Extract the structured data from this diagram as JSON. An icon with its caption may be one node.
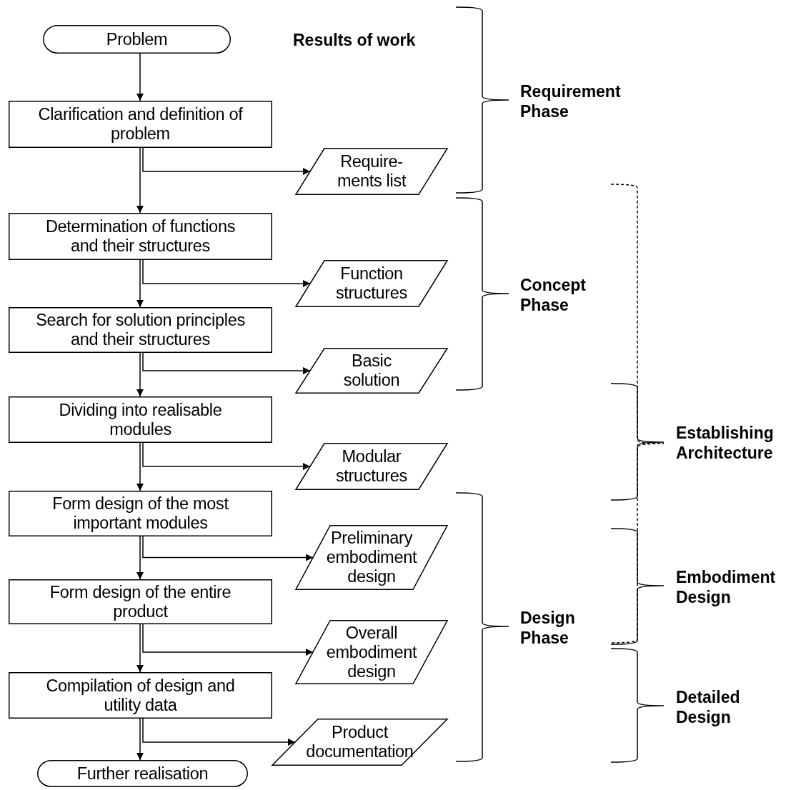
{
  "diagram": {
    "nodes": [
      {
        "text": [
          "Problem"
        ]
      },
      {
        "text": [
          "Clarification and definition of problem"
        ]
      },
      {
        "text": [
          "Require- ments list"
        ]
      },
      {
        "text": [
          "Determination of functions and their structures"
        ]
      },
      {
        "text": [
          "Function structures"
        ]
      },
      {
        "text": [
          "Search for solution principles and their structures"
        ]
      },
      {
        "text": [
          "Basic solution"
        ]
      },
      {
        "text": [
          "Dividing into realisable modules"
        ]
      },
      {
        "text": [
          "Modular structures"
        ]
      },
      {
        "text": [
          "Form design of the most important modules"
        ]
      },
      {
        "text": [
          "Preliminary embodiment design"
        ]
      },
      {
        "text": [
          "Form design of the entire product"
        ]
      },
      {
        "text": [
          "Overall embodiment design"
        ]
      },
      {
        "text": [
          "Compilation of design and utility data"
        ]
      },
      {
        "text": [
          "Product documentation"
        ]
      },
      {
        "text": [
          "Further realisation"
        ]
      }
    ],
    "edges": [
      {
        "from": 0,
        "to": 1,
        "arrow": "to"
      },
      {
        "from": 1,
        "to": 2,
        "arrow": "to"
      },
      {
        "from": 1,
        "to": 3,
        "arrow": "to"
      },
      {
        "from": 3,
        "to": 4,
        "arrow": "to"
      },
      {
        "from": 3,
        "to": 5,
        "arrow": "to"
      },
      {
        "from": 5,
        "to": 6,
        "arrow": "to"
      },
      {
        "from": 5,
        "to": 7,
        "arrow": "to"
      },
      {
        "from": 7,
        "to": 8,
        "arrow": "to"
      },
      {
        "from": 7,
        "to": 9,
        "arrow": "to"
      },
      {
        "from": 9,
        "to": 10,
        "arrow": "to"
      },
      {
        "from": 9,
        "to": 11,
        "arrow": "to"
      },
      {
        "from": 11,
        "to": 12,
        "arrow": "to"
      },
      {
        "from": 11,
        "to": 13,
        "arrow": "to"
      },
      {
        "from": 13,
        "to": 14,
        "arrow": "to"
      },
      {
        "from": 13,
        "to": 15,
        "arrow": "to"
      }
    ],
    "labels": [
      "Results of work",
      "Requirement Phase",
      "Concept Phase",
      "Establishing Architecture",
      "Embodiment Design",
      "Design Phase",
      "Detailed Design"
    ]
  }
}
